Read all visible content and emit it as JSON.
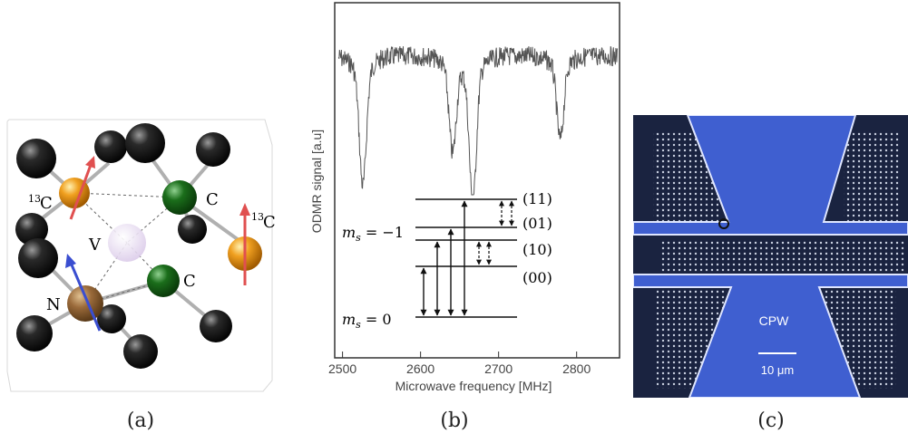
{
  "captions": {
    "a": "(a)",
    "b": "(b)",
    "c": "(c)"
  },
  "panel_a": {
    "labels": {
      "c13_left": "13",
      "c13_left_sym": "C",
      "c_upper": "C",
      "c13_right": "13",
      "c13_right_sym": "C",
      "vacancy": "V",
      "nitrogen": "N",
      "c_lower": "C"
    },
    "colors": {
      "carbon": "#111111",
      "c13": "#f0a020",
      "green": "#1b6e1b",
      "nitrogen": "#9a6a3a",
      "vacancy": "#e6d8ef",
      "spin_red": "#e05050",
      "spin_blue": "#3a4ed0"
    }
  },
  "panel_b": {
    "ylabel": "ODMR signal [a.u]",
    "xlabel": "Microwave frequency [MHz]",
    "xticks": [
      "2500",
      "2600",
      "2700",
      "2800"
    ],
    "levels": {
      "l11": "(11)",
      "l01": "(01)",
      "l10": "(10)",
      "l00": "(00)"
    },
    "ms_minus1_italic": "m",
    "ms_minus1_sub": "s",
    "ms_minus1_val": " = −1",
    "ms_0_italic": "m",
    "ms_0_sub": "s",
    "ms_0_val": " = 0"
  },
  "chart_data": {
    "type": "line",
    "title": "",
    "xlabel": "Microwave frequency [MHz]",
    "ylabel": "ODMR signal [a.u]",
    "xlim": [
      2490,
      2855
    ],
    "xticks": [
      2500,
      2600,
      2700,
      2800
    ],
    "dips_mhz": [
      2526,
      2641,
      2667,
      2779
    ],
    "dip_depth_relative": [
      0.85,
      0.62,
      0.95,
      0.55
    ]
  },
  "panel_c": {
    "cpw_label": "CPW",
    "scale_label": "10 μm",
    "colors": {
      "background": "#1a2340",
      "waveguide": "#3f5fd0",
      "dots": "#e8eefc"
    }
  }
}
